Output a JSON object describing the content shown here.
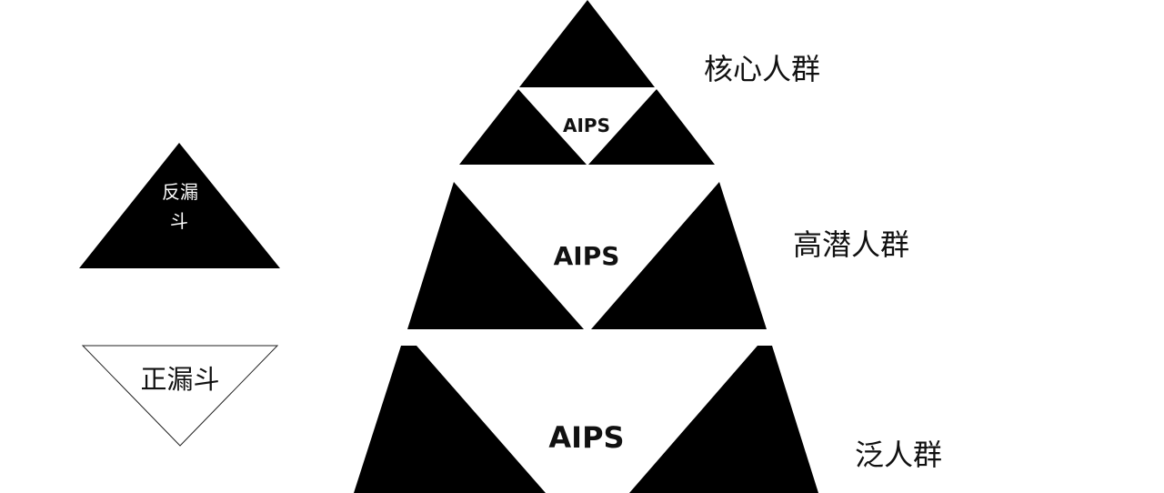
{
  "colors": {
    "fill": "#000000",
    "background": "#ffffff",
    "text_dark": "#111111",
    "text_light": "#ffffff"
  },
  "pyramid": {
    "tiers": [
      {
        "label": "核心人群",
        "inner_label": "AIPS"
      },
      {
        "label": "高潜人群",
        "inner_label": "AIPS"
      },
      {
        "label": "泛人群",
        "inner_label": "AIPS"
      }
    ]
  },
  "legend": {
    "reverse_funnel": {
      "label_line1": "反漏",
      "label_line2": "斗"
    },
    "forward_funnel": {
      "label": "正漏斗"
    }
  }
}
